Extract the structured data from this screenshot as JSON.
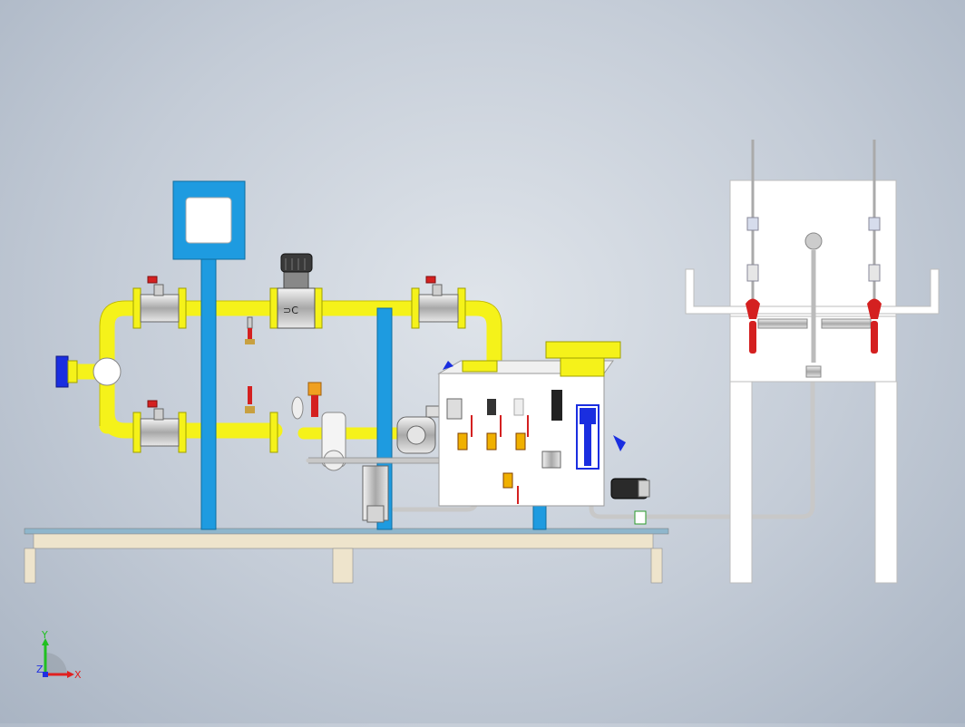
{
  "app": {
    "window_title": ""
  },
  "viewport": {
    "background_top": "#dfe4ea",
    "background_bottom": "#a9b4c3",
    "colors": {
      "pipe_yellow": "#f5f21a",
      "frame_blue": "#1e9be0",
      "valve_red": "#d42020",
      "filter_blue": "#1a2ee0",
      "cabinet_white": "#ffffff",
      "skid_beige": "#eee4cc"
    },
    "model_parts": [
      "main-gas-pipe-loop",
      "control-panel-box",
      "support-column-left",
      "support-column-middle",
      "inlet-flange",
      "upper-ball-valve-left",
      "lower-ball-valve-left",
      "upper-ball-valve-right",
      "gas-meter",
      "pressure-regulator",
      "process-cabinet",
      "vertical-filter",
      "outlet-flange",
      "cylinder-rack",
      "base-skid"
    ]
  },
  "triad": {
    "x_label": "X",
    "y_label": "Y",
    "z_label": "Z",
    "x_color": "#e02020",
    "y_color": "#20c020",
    "z_color": "#2030e0"
  }
}
